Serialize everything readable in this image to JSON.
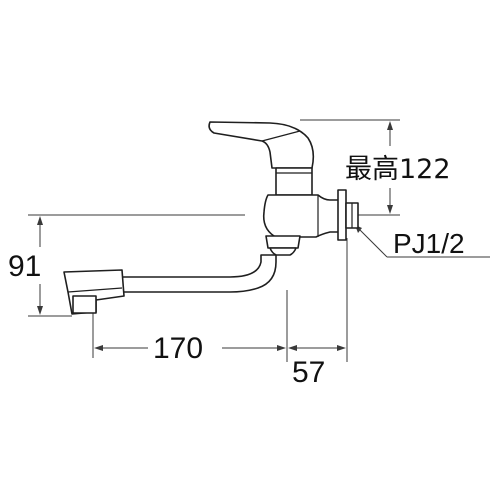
{
  "dimensions": {
    "height_from_wall": "91",
    "spout_length": "170",
    "body_depth": "57",
    "max_height": "最高122",
    "thread_spec": "PJ1/2"
  },
  "colors": {
    "line": "#1f1f1f",
    "dimension": "#3a3a3a",
    "background": "#ffffff"
  }
}
